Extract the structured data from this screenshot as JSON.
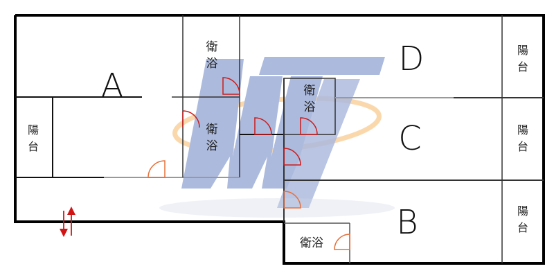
{
  "rooms": {
    "a": "A",
    "b": "B",
    "c": "C",
    "d": "D"
  },
  "labels": {
    "bathroom_top_1": "衛",
    "bathroom_top_2": "浴",
    "bathroom_mid_1": "衛",
    "bathroom_mid_2": "浴",
    "bathroom_center_1": "衛",
    "bathroom_center_2": "浴",
    "bathroom_bottom": "衛浴",
    "balcony_left_1": "陽",
    "balcony_left_2": "台",
    "balcony_d_1": "陽",
    "balcony_d_2": "台",
    "balcony_c_1": "陽",
    "balcony_c_2": "台",
    "balcony_b_1": "陽",
    "balcony_b_2": "台"
  },
  "colors": {
    "wall": "#000000",
    "inner_wall": "#555555",
    "door_red": "#cc1a1a",
    "door_orange": "#e8703a",
    "arrow_red": "#d21414",
    "watermark_blue": "#4a67b5",
    "watermark_ring": "#f4a94a"
  },
  "icons": {
    "entrance": "up-down-arrows-icon",
    "watermark": "wt-logo-icon"
  }
}
